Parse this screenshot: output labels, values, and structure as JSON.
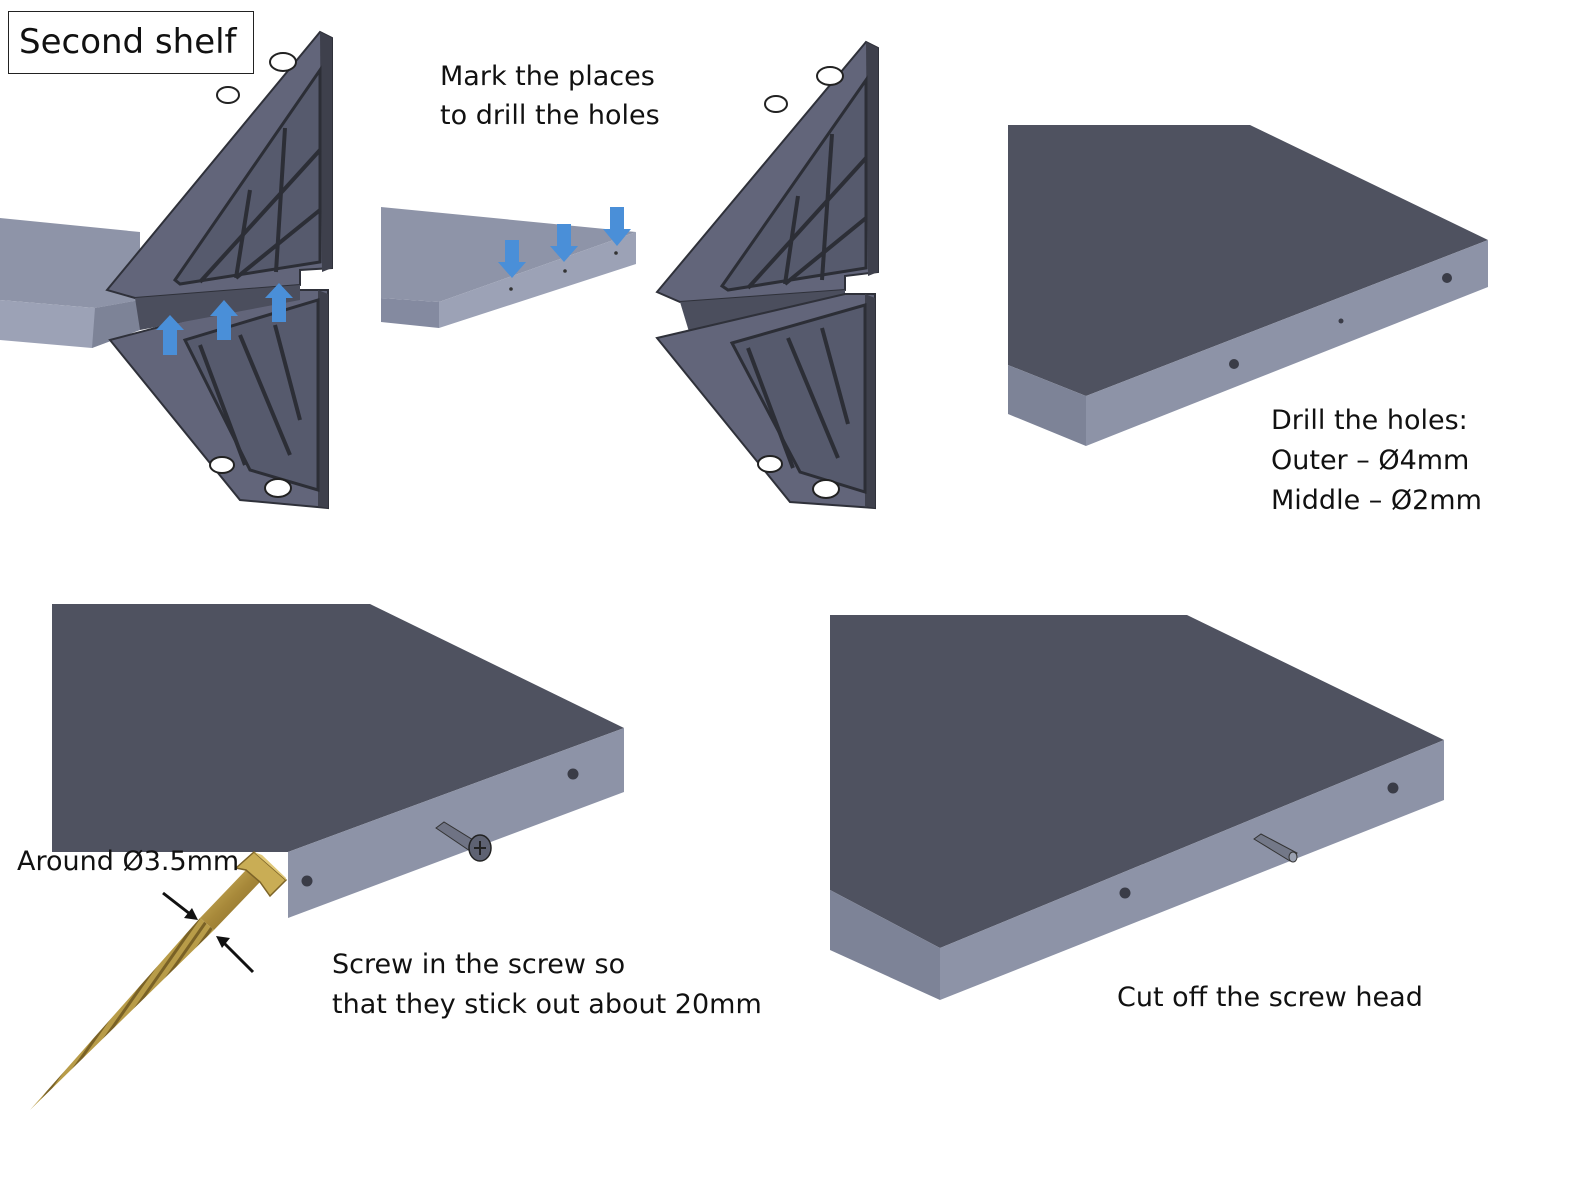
{
  "title": "Second shelf",
  "steps": {
    "mark": {
      "line1": "Mark the places",
      "line2": "to drill the holes"
    },
    "drill": {
      "line1": "Drill the holes:",
      "line2": "Outer – Ø4mm",
      "line3": "Middle – Ø2mm"
    },
    "screw_size": "Around Ø3.5mm",
    "screw_in": {
      "line1": "Screw in the screw so",
      "line2": "that they stick out about 20mm"
    },
    "cut": "Cut off the screw head"
  },
  "colors": {
    "shelf_top": "#4f5260",
    "shelf_edge": "#8d93a7",
    "shelf_light": "#9aa0b4",
    "bracket": "#62657a",
    "bracket_dark": "#3a3c47",
    "arrow": "#4a90d9",
    "screw": "#b59a45"
  },
  "icons": [
    "up-arrow-icon",
    "down-arrow-icon",
    "dimension-arrow-icon"
  ]
}
